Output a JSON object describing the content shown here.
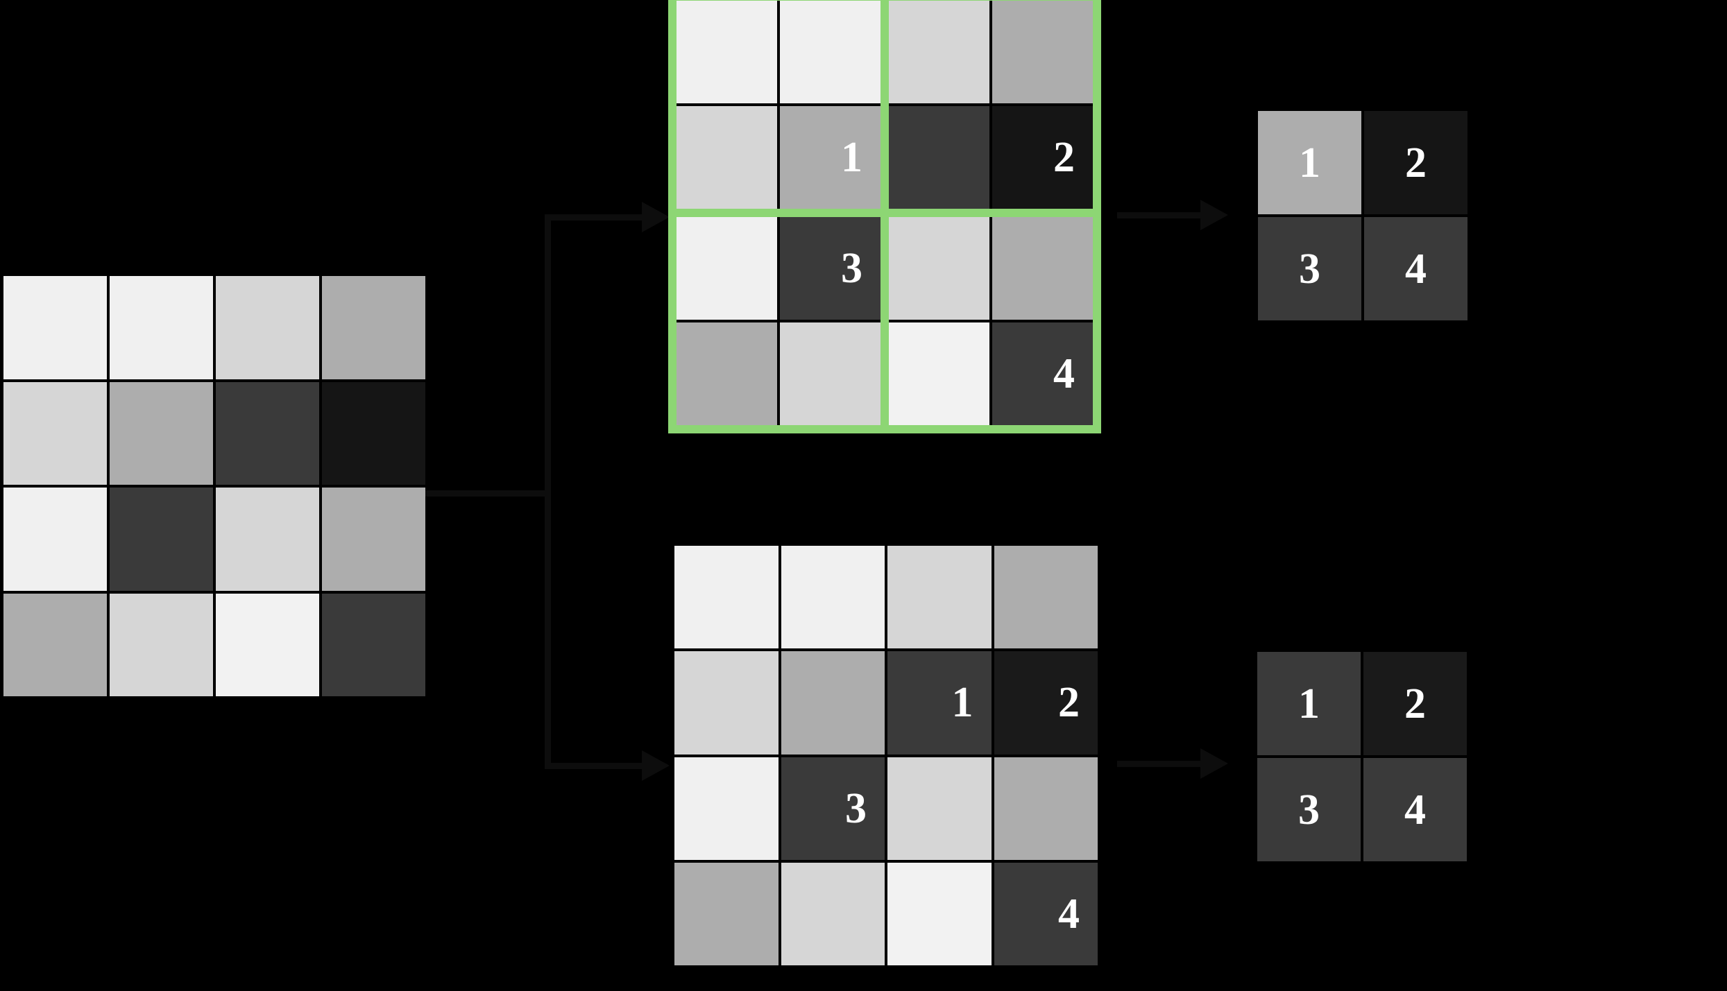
{
  "diagram": {
    "title": "max-pooling-operation-diagram",
    "background_color": "#000000",
    "palette": {
      "window_highlight_green": "#8dd674",
      "connector_color": "#0d0d0d",
      "label_text_color": "#ffffff",
      "cell_gap_color": "#000000"
    }
  },
  "source_grid": {
    "name": "input-feature-map",
    "rows": 4,
    "cols": 4,
    "cells": [
      [
        {
          "color": "#f0f0f0",
          "label": ""
        },
        {
          "color": "#f0f0f0",
          "label": ""
        },
        {
          "color": "#d6d6d6",
          "label": ""
        },
        {
          "color": "#adadad",
          "label": ""
        }
      ],
      [
        {
          "color": "#d6d6d6",
          "label": ""
        },
        {
          "color": "#adadad",
          "label": ""
        },
        {
          "color": "#3a3a3a",
          "label": ""
        },
        {
          "color": "#151515",
          "label": ""
        }
      ],
      [
        {
          "color": "#f0f0f0",
          "label": ""
        },
        {
          "color": "#3a3a3a",
          "label": ""
        },
        {
          "color": "#d6d6d6",
          "label": ""
        },
        {
          "color": "#adadad",
          "label": ""
        }
      ],
      [
        {
          "color": "#adadad",
          "label": ""
        },
        {
          "color": "#d6d6d6",
          "label": ""
        },
        {
          "color": "#f2f2f2",
          "label": ""
        },
        {
          "color": "#3a3a3a",
          "label": ""
        }
      ]
    ]
  },
  "top_grid": {
    "name": "pooling-windows-grid",
    "rows": 4,
    "cols": 4,
    "window_size": 2,
    "window_border_color": "#8dd674",
    "cells": [
      [
        {
          "color": "#f0f0f0",
          "label": ""
        },
        {
          "color": "#f0f0f0",
          "label": ""
        },
        {
          "color": "#d6d6d6",
          "label": ""
        },
        {
          "color": "#adadad",
          "label": ""
        }
      ],
      [
        {
          "color": "#d6d6d6",
          "label": ""
        },
        {
          "color": "#adadad",
          "label": "1"
        },
        {
          "color": "#3a3a3a",
          "label": ""
        },
        {
          "color": "#151515",
          "label": "2"
        }
      ],
      [
        {
          "color": "#f0f0f0",
          "label": ""
        },
        {
          "color": "#3a3a3a",
          "label": "3"
        },
        {
          "color": "#d6d6d6",
          "label": ""
        },
        {
          "color": "#adadad",
          "label": ""
        }
      ],
      [
        {
          "color": "#adadad",
          "label": ""
        },
        {
          "color": "#d6d6d6",
          "label": ""
        },
        {
          "color": "#f2f2f2",
          "label": ""
        },
        {
          "color": "#3a3a3a",
          "label": "4"
        }
      ]
    ]
  },
  "bottom_grid": {
    "name": "unwindowed-grid",
    "rows": 4,
    "cols": 4,
    "cells": [
      [
        {
          "color": "#f0f0f0",
          "label": ""
        },
        {
          "color": "#f0f0f0",
          "label": ""
        },
        {
          "color": "#d6d6d6",
          "label": ""
        },
        {
          "color": "#adadad",
          "label": ""
        }
      ],
      [
        {
          "color": "#d6d6d6",
          "label": ""
        },
        {
          "color": "#adadad",
          "label": ""
        },
        {
          "color": "#3a3a3a",
          "label": "1"
        },
        {
          "color": "#1a1a1a",
          "label": "2"
        }
      ],
      [
        {
          "color": "#f0f0f0",
          "label": ""
        },
        {
          "color": "#3a3a3a",
          "label": "3"
        },
        {
          "color": "#d6d6d6",
          "label": ""
        },
        {
          "color": "#adadad",
          "label": ""
        }
      ],
      [
        {
          "color": "#adadad",
          "label": ""
        },
        {
          "color": "#d6d6d6",
          "label": ""
        },
        {
          "color": "#f2f2f2",
          "label": ""
        },
        {
          "color": "#3a3a3a",
          "label": "4"
        }
      ]
    ]
  },
  "result_top": {
    "name": "max-pool-output-top",
    "rows": 2,
    "cols": 2,
    "cells": [
      [
        {
          "color": "#adadad",
          "label": "1"
        },
        {
          "color": "#151515",
          "label": "2"
        }
      ],
      [
        {
          "color": "#3a3a3a",
          "label": "3"
        },
        {
          "color": "#3a3a3a",
          "label": "4"
        }
      ]
    ]
  },
  "result_bottom": {
    "name": "max-pool-output-bottom",
    "rows": 2,
    "cols": 2,
    "cells": [
      [
        {
          "color": "#3a3a3a",
          "label": "1"
        },
        {
          "color": "#1a1a1a",
          "label": "2"
        }
      ],
      [
        {
          "color": "#3a3a3a",
          "label": "3"
        },
        {
          "color": "#3a3a3a",
          "label": "4"
        }
      ]
    ]
  },
  "connectors": [
    {
      "name": "branch-connector-from-source",
      "type": "split-arrow",
      "branches": 2
    },
    {
      "name": "arrow-top-grid-to-result",
      "type": "arrow"
    },
    {
      "name": "arrow-bottom-grid-to-result",
      "type": "arrow"
    }
  ]
}
